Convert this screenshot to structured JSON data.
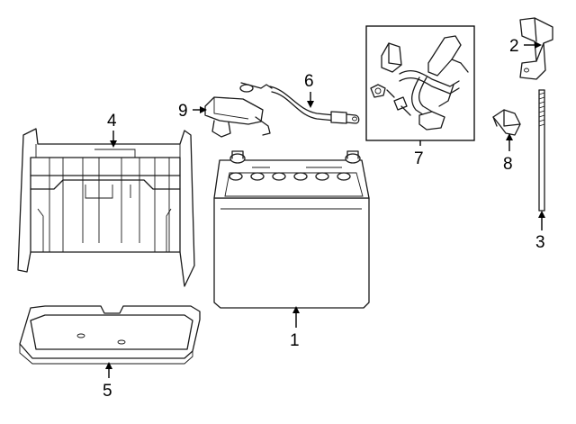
{
  "callouts": [
    {
      "id": "1",
      "part": "battery"
    },
    {
      "id": "2",
      "part": "hold-down-bracket"
    },
    {
      "id": "3",
      "part": "hold-down-rod"
    },
    {
      "id": "4",
      "part": "battery-box"
    },
    {
      "id": "5",
      "part": "battery-tray"
    },
    {
      "id": "6",
      "part": "negative-cable"
    },
    {
      "id": "7",
      "part": "positive-cable-kit"
    },
    {
      "id": "8",
      "part": "cable-clip"
    },
    {
      "id": "9",
      "part": "current-sensor"
    }
  ],
  "colors": {
    "line": "#1a1a1a",
    "background": "#ffffff"
  }
}
